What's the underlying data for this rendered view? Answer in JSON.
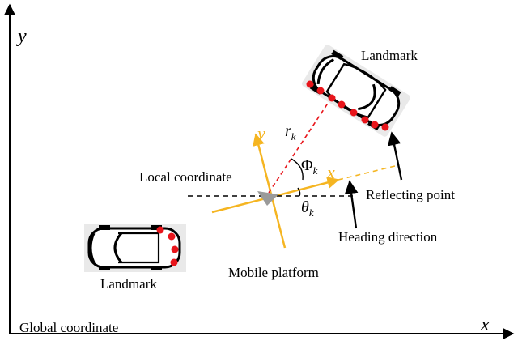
{
  "global": {
    "x_label": "x",
    "y_label": "y",
    "caption": "Global coordinate"
  },
  "local": {
    "x_label": "x",
    "y_label": "y",
    "caption": "Local coordinate",
    "axis_color": "#f5b521"
  },
  "platform": {
    "caption": "Mobile platform",
    "heading_caption": "Heading direction",
    "marker_color": "#9a9a9a"
  },
  "landmark_top": {
    "caption": "Landmark",
    "reflect_caption": "Reflecting point",
    "range_label": "r",
    "range_sub": "k",
    "bearing_label": "Φ",
    "bearing_sub": "k"
  },
  "landmark_bottom": {
    "caption": "Landmark"
  },
  "heading": {
    "angle_label": "θ",
    "angle_sub": "k"
  },
  "colors": {
    "reflect_point": "#e8151b",
    "range_line": "#e8151b",
    "heading_line": "#f5b521",
    "ink": "#000000"
  }
}
